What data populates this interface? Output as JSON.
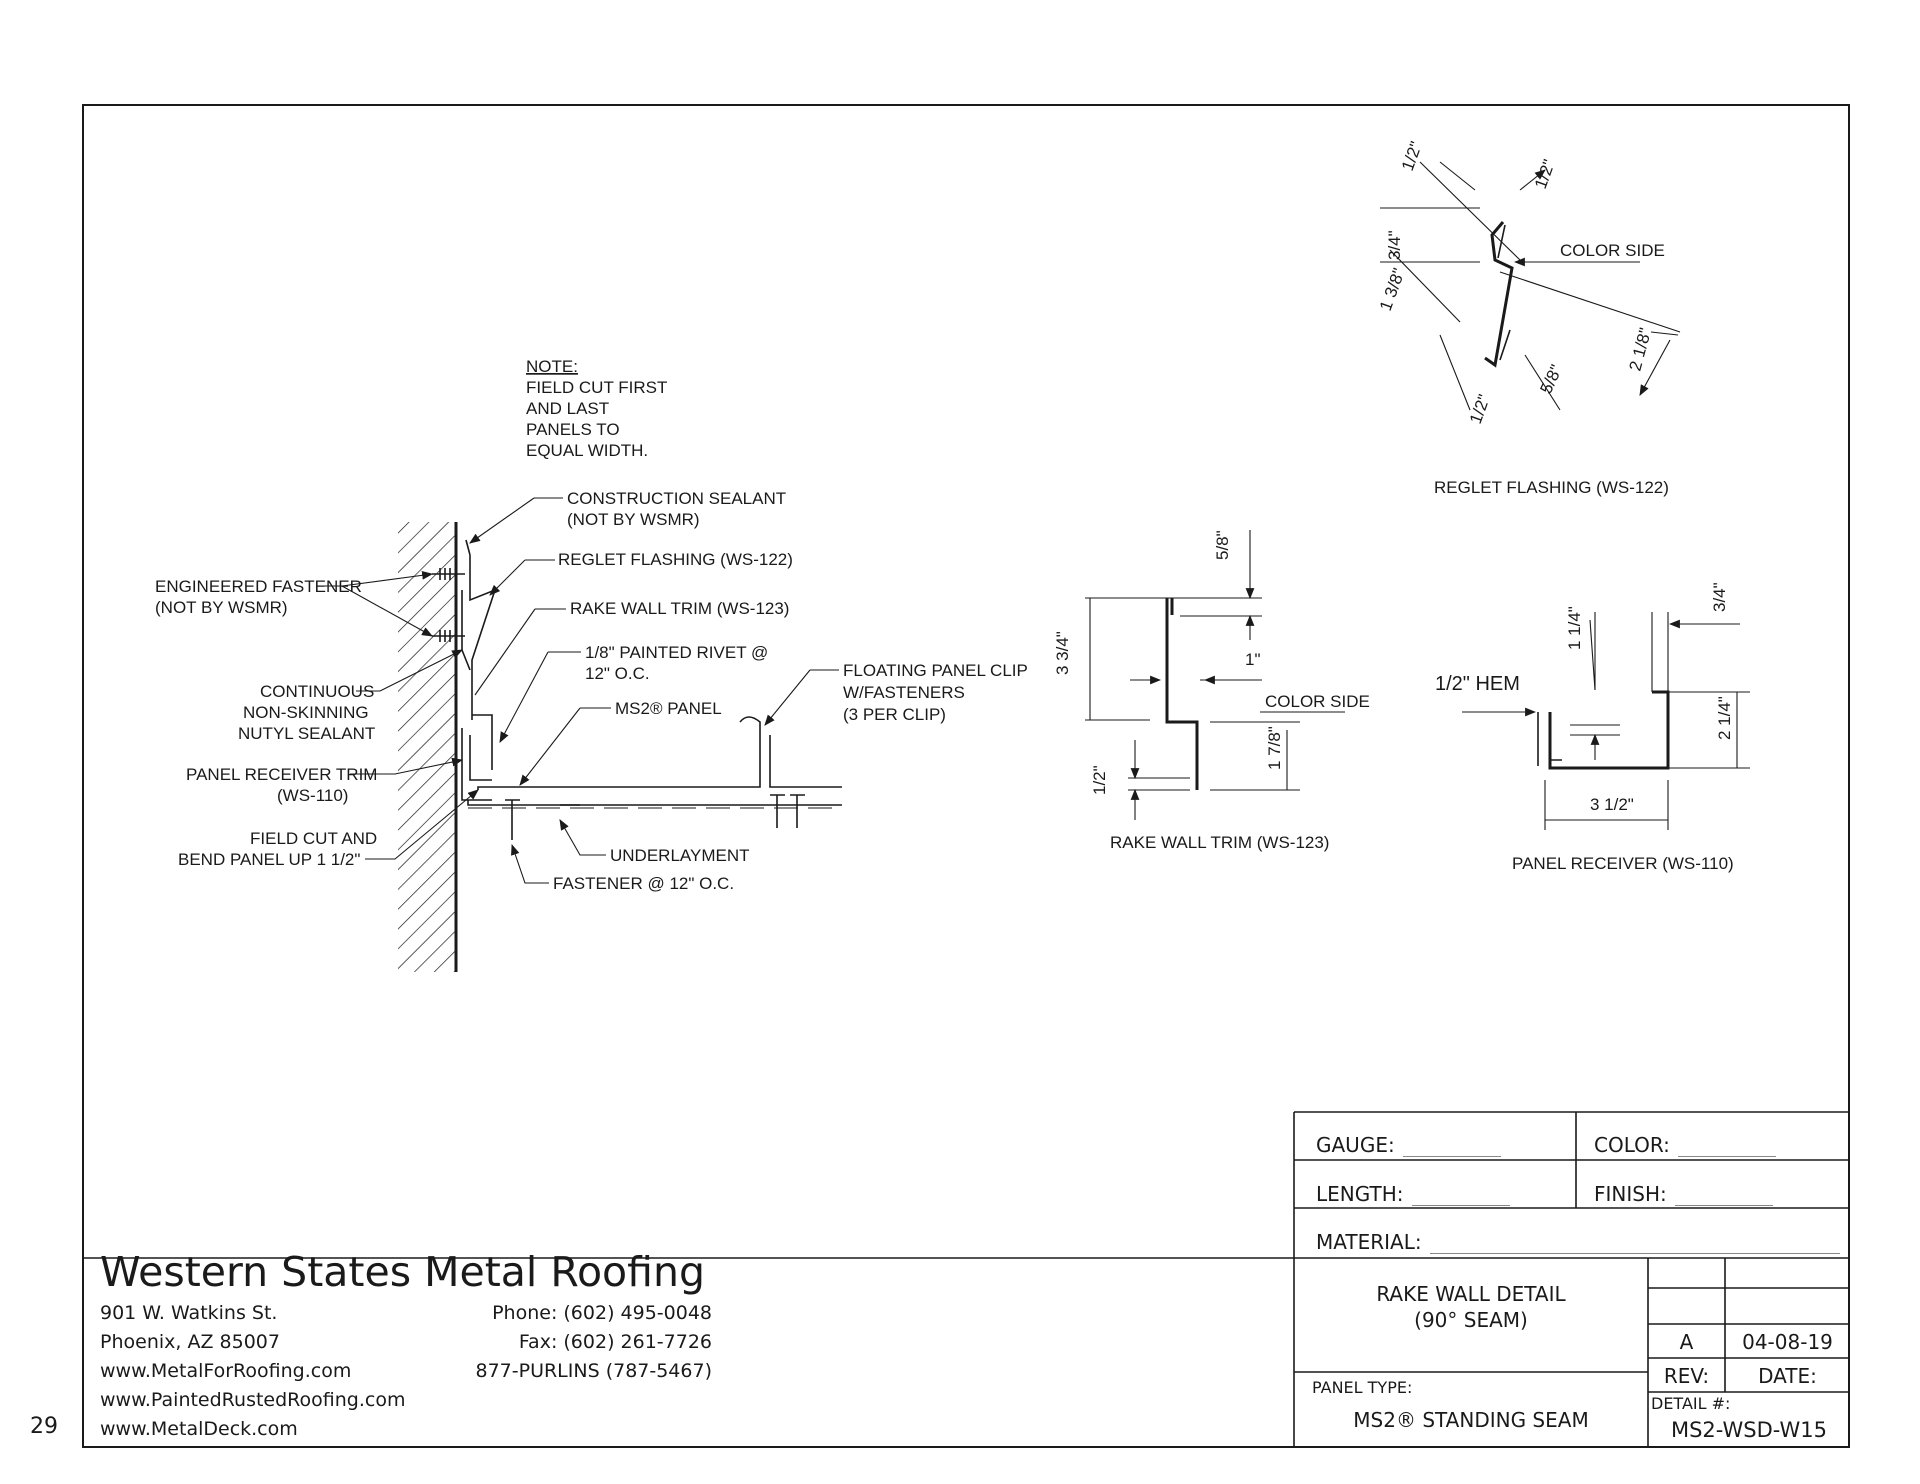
{
  "page_number": "29",
  "notes": {
    "title": "NOTE:",
    "lines": [
      "FIELD CUT FIRST",
      "AND LAST",
      "PANELS TO",
      "EQUAL WIDTH."
    ]
  },
  "callouts": {
    "construction_sealant": [
      "CONSTRUCTION SEALANT",
      "(NOT BY WSMR)"
    ],
    "reglet_flashing": "REGLET FLASHING (WS-122)",
    "rake_wall_trim": "RAKE WALL TRIM (WS-123)",
    "painted_rivet": [
      "1/8\" PAINTED RIVET @",
      "12\" O.C."
    ],
    "ms2_panel": "MS2® PANEL",
    "floating_clip": [
      "FLOATING PANEL CLIP",
      "W/FASTENERS",
      "(3 PER CLIP)"
    ],
    "engineered_fastener": [
      "ENGINEERED FASTENER",
      "(NOT BY WSMR)"
    ],
    "continuous_sealant": [
      "CONTINUOUS",
      "NON-SKINNING",
      "NUTYL SEALANT"
    ],
    "panel_receiver_trim": [
      "PANEL RECEIVER TRIM",
      "(WS-110)"
    ],
    "field_cut": [
      "FIELD CUT AND",
      "BEND PANEL UP 1 1/2\""
    ],
    "underlayment": "UNDERLAYMENT",
    "fastener": "FASTENER @ 12\" O.C."
  },
  "profiles": {
    "reglet": {
      "caption": "REGLET FLASHING (WS-122)",
      "color_side": "COLOR SIDE",
      "dims": [
        "1/2\"",
        "1/2\"",
        "3/4\"",
        "1 3/8\"",
        "2 1/8\"",
        "5/8\"",
        "1/2\""
      ]
    },
    "rake_trim": {
      "caption": "RAKE WALL TRIM (WS-123)",
      "color_side": "COLOR SIDE",
      "dims": [
        "5/8\"",
        "3 3/4\"",
        "1\"",
        "1 7/8\"",
        "1/2\""
      ]
    },
    "receiver": {
      "caption": "PANEL RECEIVER (WS-110)",
      "hem": "1/2\" HEM",
      "dims": [
        "3/4\"",
        "1 1/4\"",
        "2 1/4\"",
        "3 1/2\""
      ]
    }
  },
  "title_block": {
    "gauge_label": "GAUGE:",
    "color_label": "COLOR:",
    "length_label": "LENGTH:",
    "finish_label": "FINISH:",
    "material_label": "MATERIAL:",
    "detail_title_1": "RAKE WALL DETAIL",
    "detail_title_2": "(90° SEAM)",
    "panel_type_label": "PANEL TYPE:",
    "panel_type_value": "MS2® STANDING SEAM",
    "rev_value": "A",
    "date_value": "04-08-19",
    "rev_label": "REV:",
    "date_label": "DATE:",
    "detail_no_label": "DETAIL #:",
    "detail_no_value": "MS2-WSD-W15"
  },
  "company": {
    "name": "Western States Metal Roofing",
    "street": "901 W. Watkins St.",
    "city": "Phoenix, AZ 85007",
    "web1": "www.MetalForRoofing.com",
    "web2": "www.PaintedRustedRoofing.com",
    "web3": "www.MetalDeck.com",
    "phone": "Phone: (602) 495-0048",
    "fax": "Fax: (602) 261-7726",
    "tollfree": "877-PURLINS (787-5467)"
  }
}
